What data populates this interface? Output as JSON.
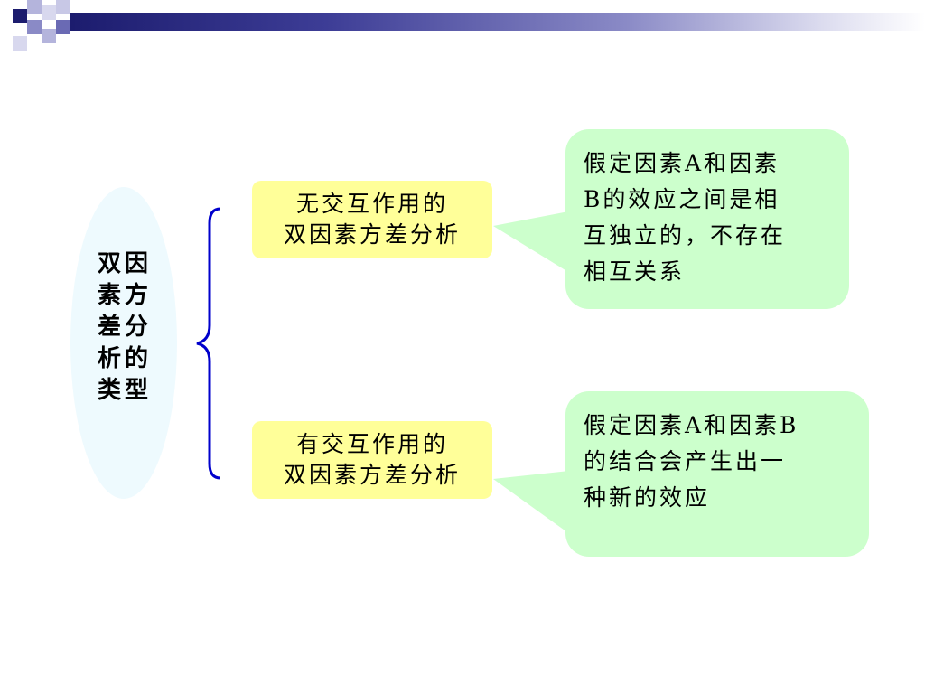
{
  "diagram": {
    "root_label": "双因\n素方\n差分\n析的\n类型",
    "branches": [
      {
        "label": "无交互作用的\n双因素方差分析",
        "note": "假定因素A和因素\nB的效应之间是相\n互独立的，不存在\n相互关系"
      },
      {
        "label": "有交互作用的\n双因素方差分析",
        "note": "假定因素A和因素B\n的结合会产生出一\n种新的效应"
      }
    ]
  },
  "colors": {
    "header_bar": "#1c1c6e",
    "ellipse_fill": "#eefafe",
    "brace": "#0000cc",
    "branch_fill": "#ffff99",
    "note_fill": "#ccffcc"
  }
}
